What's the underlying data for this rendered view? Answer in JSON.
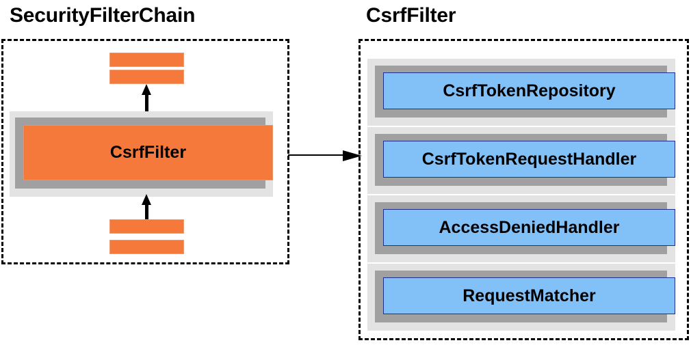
{
  "diagram": {
    "title_left": "SecurityFilterChain",
    "title_right": "CsrfFilter",
    "colors": {
      "orange_fill": "#f5793b",
      "orange_border": "#ef9a72",
      "blue_fill": "#82c0f8",
      "blue_border": "#1c2f8f",
      "shadow_dark": "#a0a0a0",
      "shadow_light": "#e3e3e3",
      "stroke": "#000000",
      "background": "#ffffff"
    },
    "left_panel": {
      "label": "SecurityFilterChain",
      "highlighted_filter": "CsrfFilter",
      "filters_above_count": 2,
      "filters_below_count": 2,
      "connector_up": "double-arrow",
      "connector_down": "double-arrow"
    },
    "right_panel": {
      "label": "CsrfFilter",
      "collaborators": [
        {
          "name": "CsrfTokenRepository"
        },
        {
          "name": "CsrfTokenRequestHandler"
        },
        {
          "name": "AccessDeniedHandler"
        },
        {
          "name": "RequestMatcher"
        }
      ]
    },
    "connector": {
      "from": "CsrfFilter",
      "to": "CsrfFilter collaborators",
      "style": "single-arrow-right"
    },
    "icons": {
      "arrow_up_down": "double-arrow-vertical-icon",
      "arrow_right": "arrow-right-icon"
    }
  }
}
